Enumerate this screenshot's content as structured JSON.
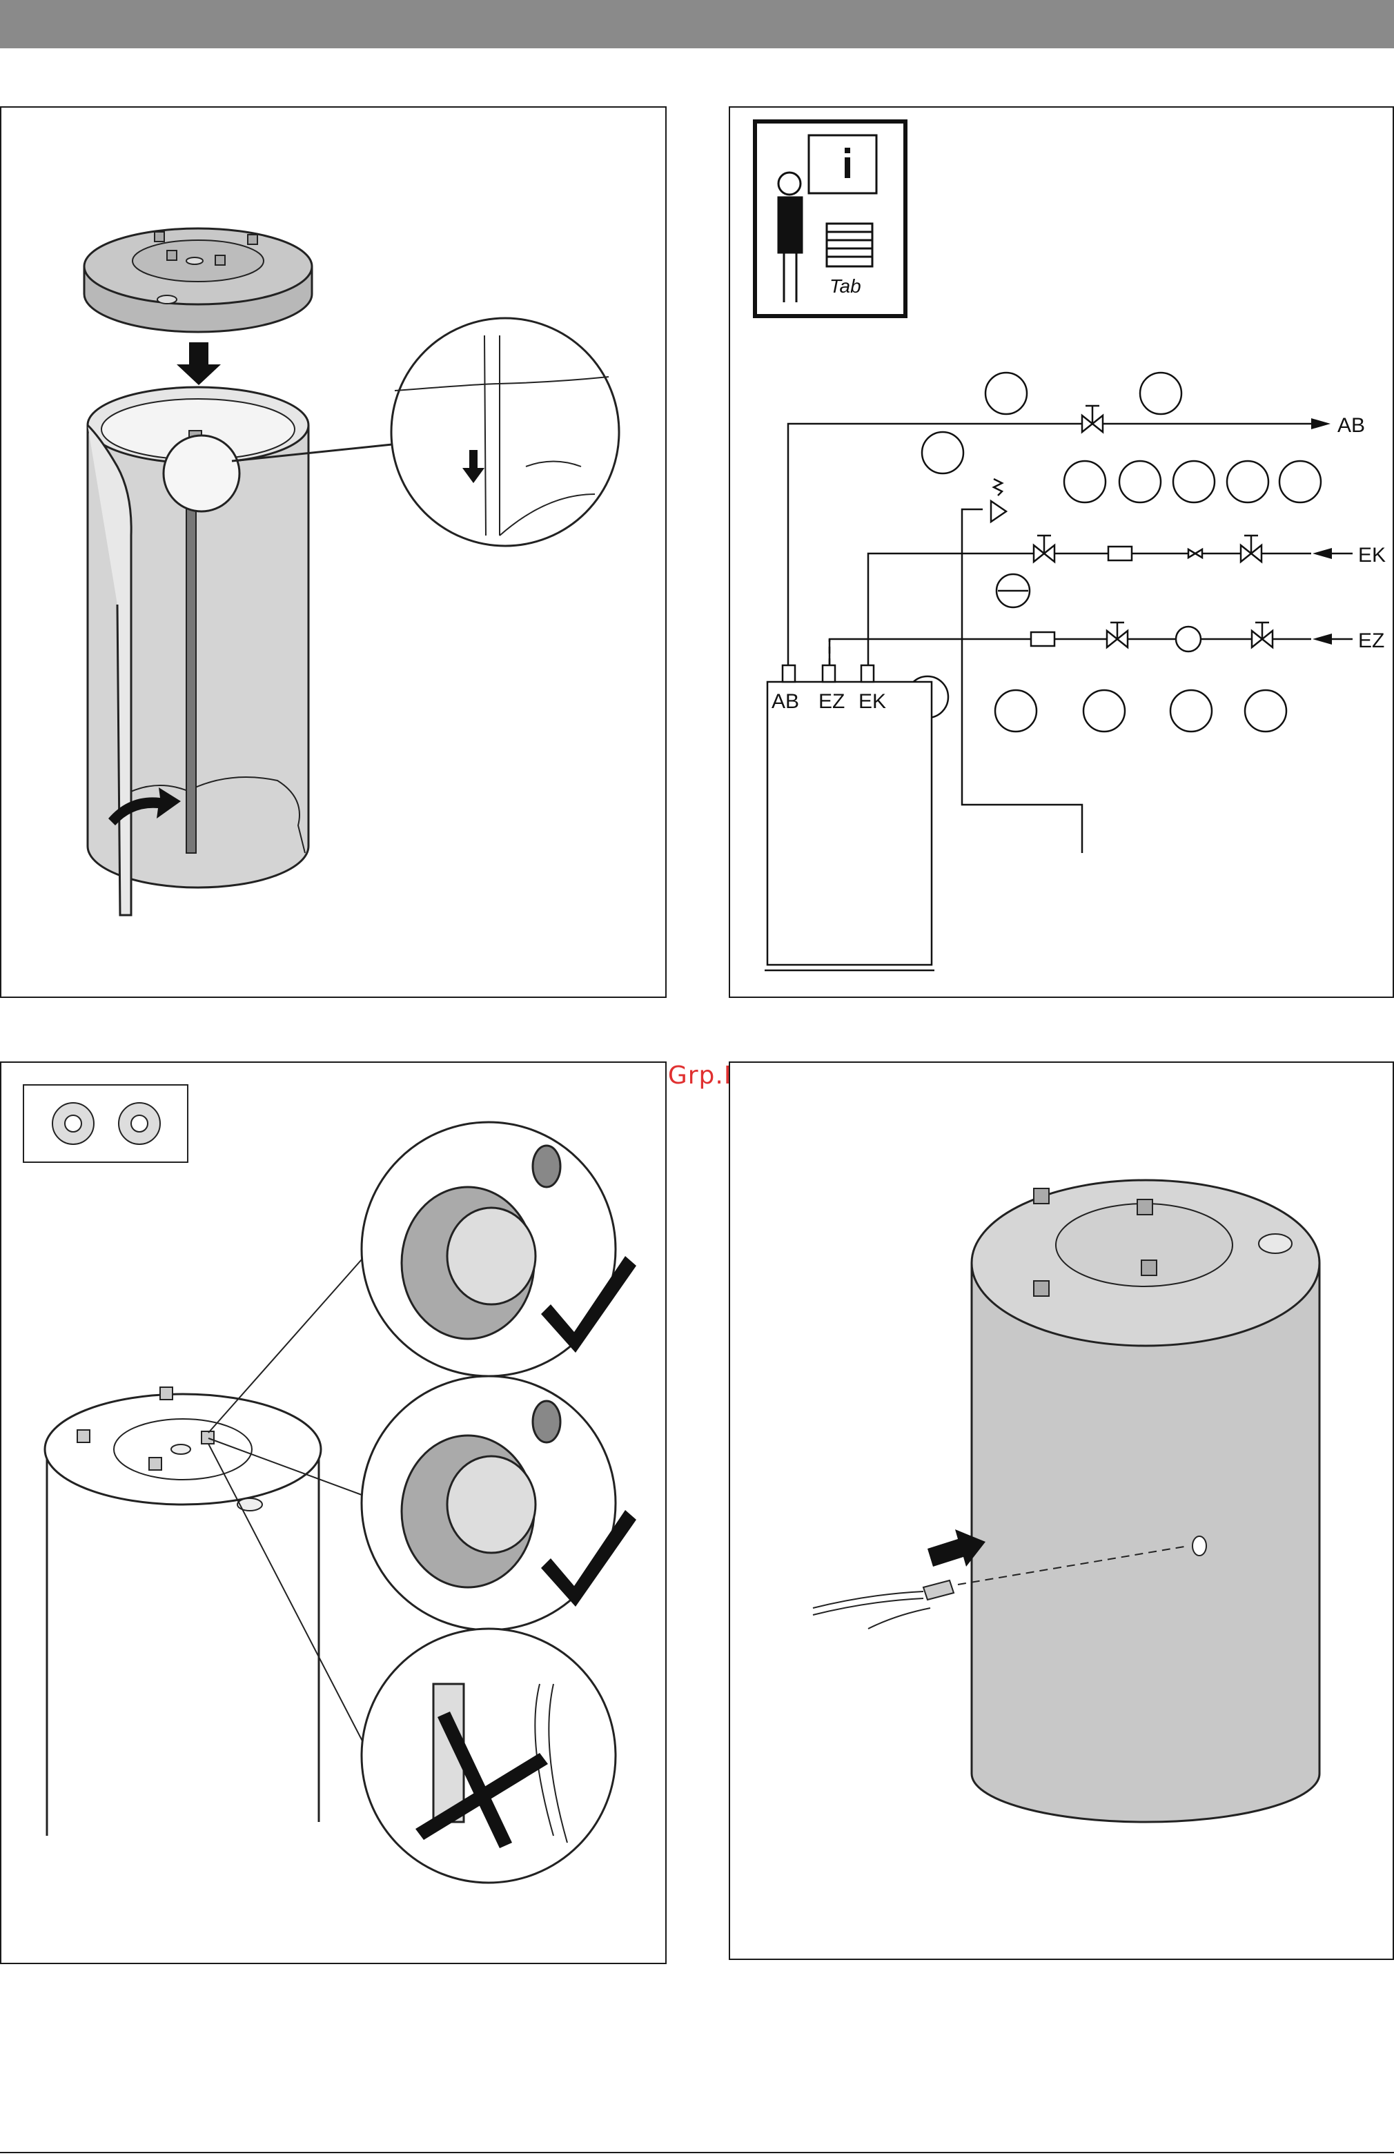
{
  "watermark": "McGrp.Ru",
  "panel2": {
    "tab_label": "Tab",
    "line_labels": {
      "ab": "AB",
      "ek": "EK",
      "ez": "EZ"
    },
    "tank_ports": {
      "ab": "AB",
      "ez": "EZ",
      "ek": "EK"
    }
  },
  "colors": {
    "header_bar": "#8a8a8a",
    "watermark": "#e03030",
    "fill_grey": "#c8c8c8"
  }
}
